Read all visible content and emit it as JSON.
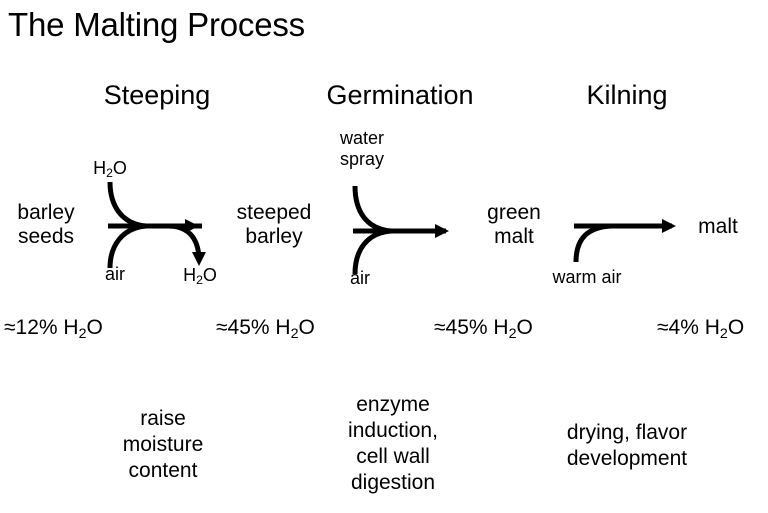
{
  "slide": {
    "title": "The Malting Process",
    "background_color": "#ffffff",
    "ink_color": "#000000"
  },
  "stages": [
    {
      "heading": "Steeping"
    },
    {
      "heading": "Germination"
    },
    {
      "heading": "Kilning"
    }
  ],
  "nodes": [
    {
      "line1": "barley",
      "line2": "seeds"
    },
    {
      "line1": "steeped",
      "line2": "barley"
    },
    {
      "line1": "green",
      "line2": "malt"
    },
    {
      "line1": "malt",
      "line2": ""
    }
  ],
  "reagents": {
    "step1_in_top_pre": "H",
    "step1_in_top_sub": "2",
    "step1_in_top_post": "O",
    "step1_in_bottom": "air",
    "step1_out_bottom_pre": "H",
    "step1_out_bottom_sub": "2",
    "step1_out_bottom_post": "O",
    "step2_in_top_line1": "water",
    "step2_in_top_line2": "spray",
    "step2_in_bottom": "air",
    "step3_in_bottom": "warm air"
  },
  "moisture": [
    {
      "value_pre": "≈12% H",
      "value_sub": "2",
      "value_post": "O"
    },
    {
      "value_pre": "≈45% H",
      "value_sub": "2",
      "value_post": "O"
    },
    {
      "value_pre": "≈45% H",
      "value_sub": "2",
      "value_post": "O"
    },
    {
      "value_pre": "≈4% H",
      "value_sub": "2",
      "value_post": "O"
    }
  ],
  "descriptions": [
    {
      "line1": "raise",
      "line2": "moisture",
      "line3": "content",
      "line4": ""
    },
    {
      "line1": "enzyme",
      "line2": "induction,",
      "line3": "cell wall",
      "line4": "digestion"
    },
    {
      "line1": "drying, flavor",
      "line2": "development",
      "line3": "",
      "line4": ""
    }
  ]
}
